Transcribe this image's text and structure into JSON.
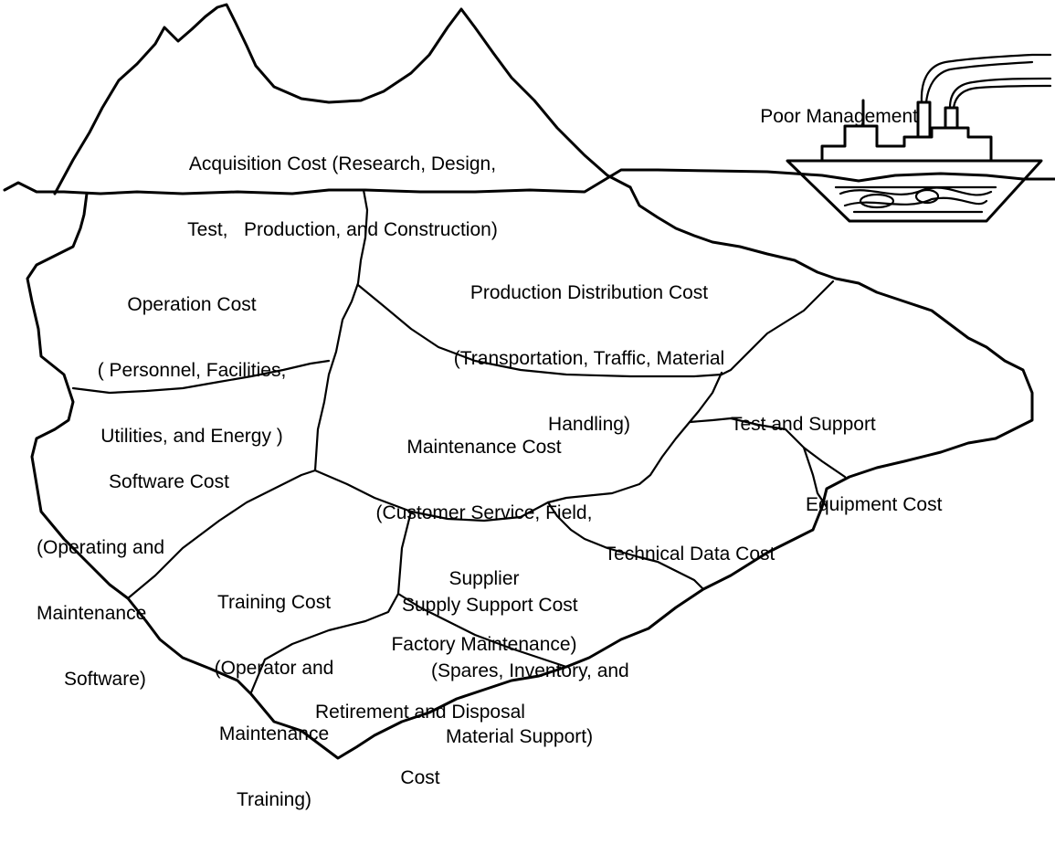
{
  "ship": {
    "label": "Poor Management"
  },
  "above_water": {
    "acquisition": [
      "Acquisition Cost (Research, Design,",
      "Test,   Production, and Construction)"
    ]
  },
  "below_water": {
    "operation": [
      "Operation Cost",
      "( Personnel, Facilities,",
      "Utilities, and Energy )"
    ],
    "production_distribution": [
      "Production Distribution Cost",
      "(Transportation, Traffic, Material",
      "Handling)"
    ],
    "maintenance": [
      "Maintenance Cost",
      "(Customer Service, Field,",
      "Supplier",
      "Factory Maintenance)"
    ],
    "test_support": [
      "Test and Support",
      "Equipment Cost"
    ],
    "software": [
      "Software Cost",
      "(Operating and",
      "Maintenance",
      "Software)"
    ],
    "technical_data": [
      "Technical Data Cost"
    ],
    "training": [
      "Training Cost",
      "(Operator and",
      "Maintenance",
      "Training)"
    ],
    "supply_support": [
      "Supply Support Cost",
      "(Spares, Inventory, and",
      "Material Support)"
    ],
    "retirement": [
      "Retirement and Disposal",
      "Cost"
    ]
  }
}
